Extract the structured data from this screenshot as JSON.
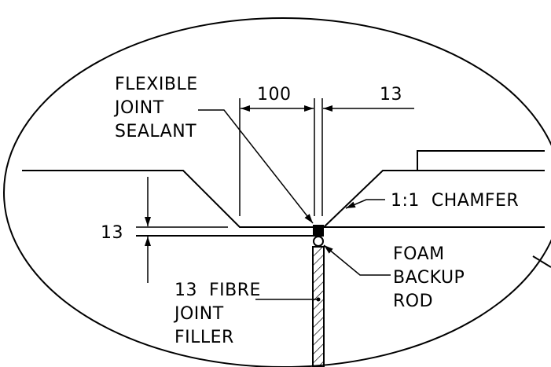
{
  "labels": {
    "sealant_line1": "FLEXIBLE",
    "sealant_line2": "JOINT",
    "sealant_line3": "SEALANT",
    "dim_width": "100",
    "dim_gap": "13",
    "chamfer": "1:1  CHAMFER",
    "dim_depth": "13",
    "foam_line1": "FOAM",
    "foam_line2": "BACKUP",
    "foam_line3": "ROD",
    "filler_line1": "13  FIBRE",
    "filler_line2": "JOINT",
    "filler_line3": "FILLER"
  }
}
